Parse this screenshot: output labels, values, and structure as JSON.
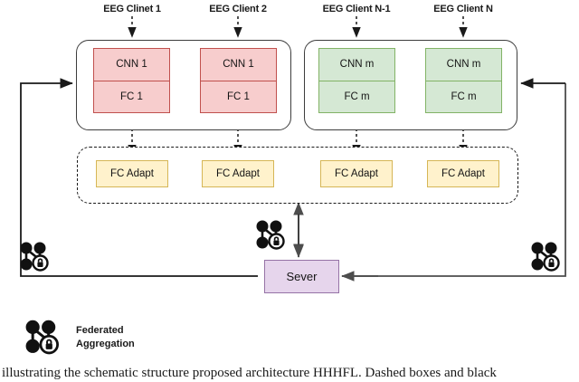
{
  "figure": {
    "type": "federated-learning-architecture-diagram",
    "caption": "illustrating the schematic structure proposed architecture HHHFL. Dashed boxes and black"
  },
  "clients": [
    {
      "label": "EEG Clinet 1",
      "cnn": "CNN 1",
      "fc": "FC 1",
      "adapt": "FC Adapt",
      "group": "left",
      "color": "pink"
    },
    {
      "label": "EEG Client 2",
      "cnn": "CNN 1",
      "fc": "FC 1",
      "adapt": "FC Adapt",
      "group": "left",
      "color": "pink"
    },
    {
      "label": "EEG Client N-1",
      "cnn": "CNN m",
      "fc": "FC m",
      "adapt": "FC Adapt",
      "group": "right",
      "color": "green"
    },
    {
      "label": "EEG Client N",
      "cnn": "CNN m",
      "fc": "FC m",
      "adapt": "FC Adapt",
      "group": "right",
      "color": "green"
    }
  ],
  "server": {
    "label": "Sever"
  },
  "legend": {
    "icon": "federated-aggregation-icon",
    "label": "Federated\nAggregation"
  },
  "colors": {
    "pink_fill": "#f7cdcd",
    "pink_stroke": "#c0504d",
    "green_fill": "#d5e8d4",
    "green_stroke": "#82b366",
    "yellow_fill": "#fff2cc",
    "yellow_stroke": "#d6b656",
    "server_fill": "#e6d5ec",
    "server_stroke": "#9673a6",
    "line": "#1a1a1a",
    "background": "#ffffff"
  }
}
